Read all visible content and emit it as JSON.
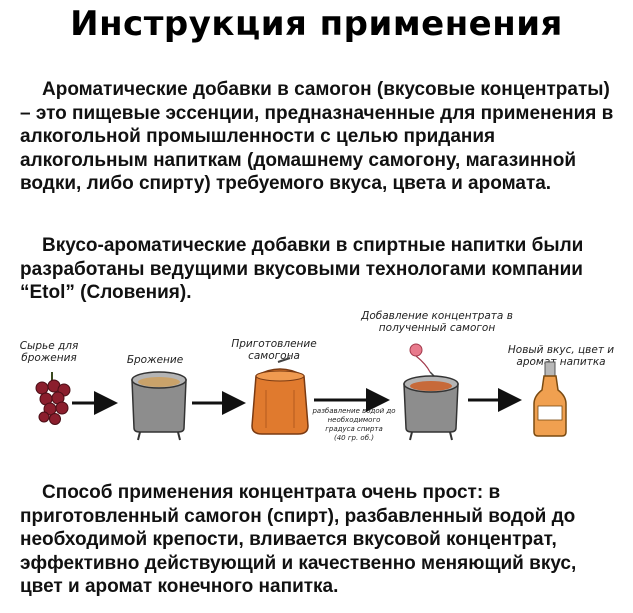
{
  "page": {
    "title": "Инструкция применения",
    "paragraph1": "Ароматические добавки в самогон (вкусовые концентраты) – это пищевые эссенции, предназначенные для применения в алкогольной промышленности с целью придания алкогольным напиткам (домашнему самогону, магазинной водки, либо спирту) требуемого вкуса, цвета и аромата.",
    "paragraph2": "Вкусо-ароматические добавки в спиртные напитки были разработаны ведущими вкусовыми технологами компании “Etol” (Словения).",
    "paragraph3": "Способ применения концентрата очень прост: в приготовленный самогон (спирт), разбавленный водой до необходимой крепости, вливается вкусовой концентрат, эффективно действующий и качественно меняющий вкус, цвет и аромат конечного напитка."
  },
  "diagram": {
    "step1_caption": "Сырье для брожения",
    "step2_caption": "Брожение",
    "step3_caption": "Приготовление самогона",
    "dilution_note_1": "разбавление водой до",
    "dilution_note_2": "необходимого",
    "dilution_note_3": "градуса спирта",
    "dilution_note_4": "(40 гр. об.)",
    "step4_caption": "Добавление концентрата в полученный самогон",
    "step5_caption": "Новый вкус, цвет и аромат напитка"
  }
}
